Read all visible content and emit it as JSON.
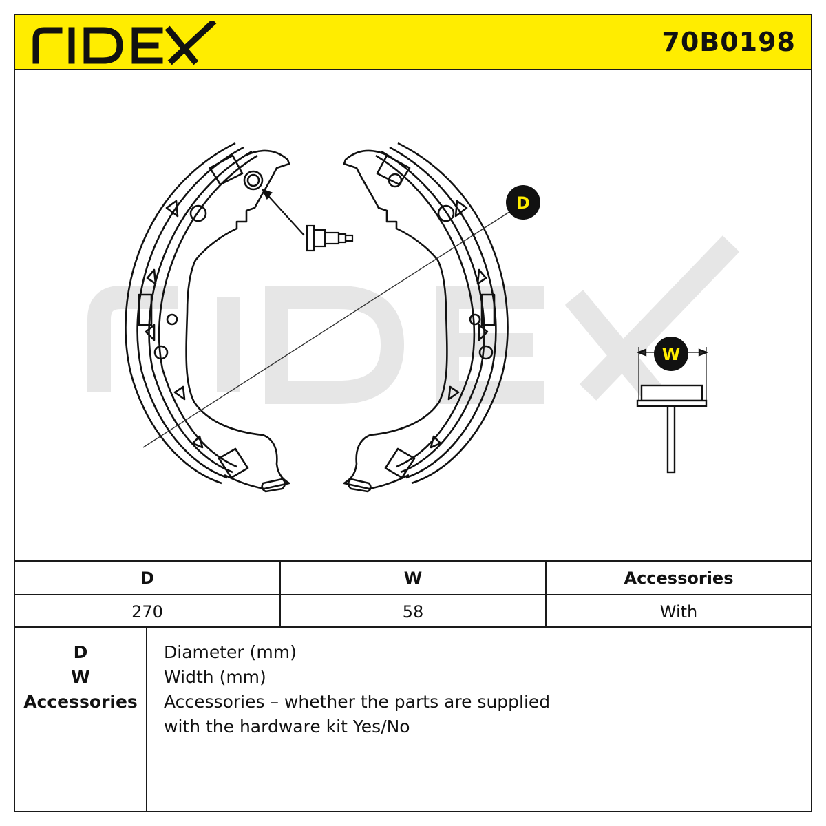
{
  "header": {
    "brand": "RIDEX",
    "part_number": "70B0198",
    "colors": {
      "band": "#ffed00",
      "ink": "#111111",
      "watermark": "#e6e6e6"
    }
  },
  "drawing": {
    "watermark": "RIDEX",
    "label_d": "D",
    "label_w": "W",
    "icons": [
      "brake-shoe-left",
      "brake-shoe-right",
      "adjuster-pin-icon",
      "shoe-cross-section-icon"
    ]
  },
  "spec_table": {
    "headers": [
      "D",
      "W",
      "Accessories"
    ],
    "values": [
      "270",
      "58",
      "With"
    ]
  },
  "legend": {
    "keys": [
      "D",
      "W",
      "Accessories"
    ],
    "lines": [
      "Diameter (mm)",
      "Width (mm)",
      "Accessories – whether the parts are supplied",
      "with the hardware kit Yes/No"
    ]
  }
}
